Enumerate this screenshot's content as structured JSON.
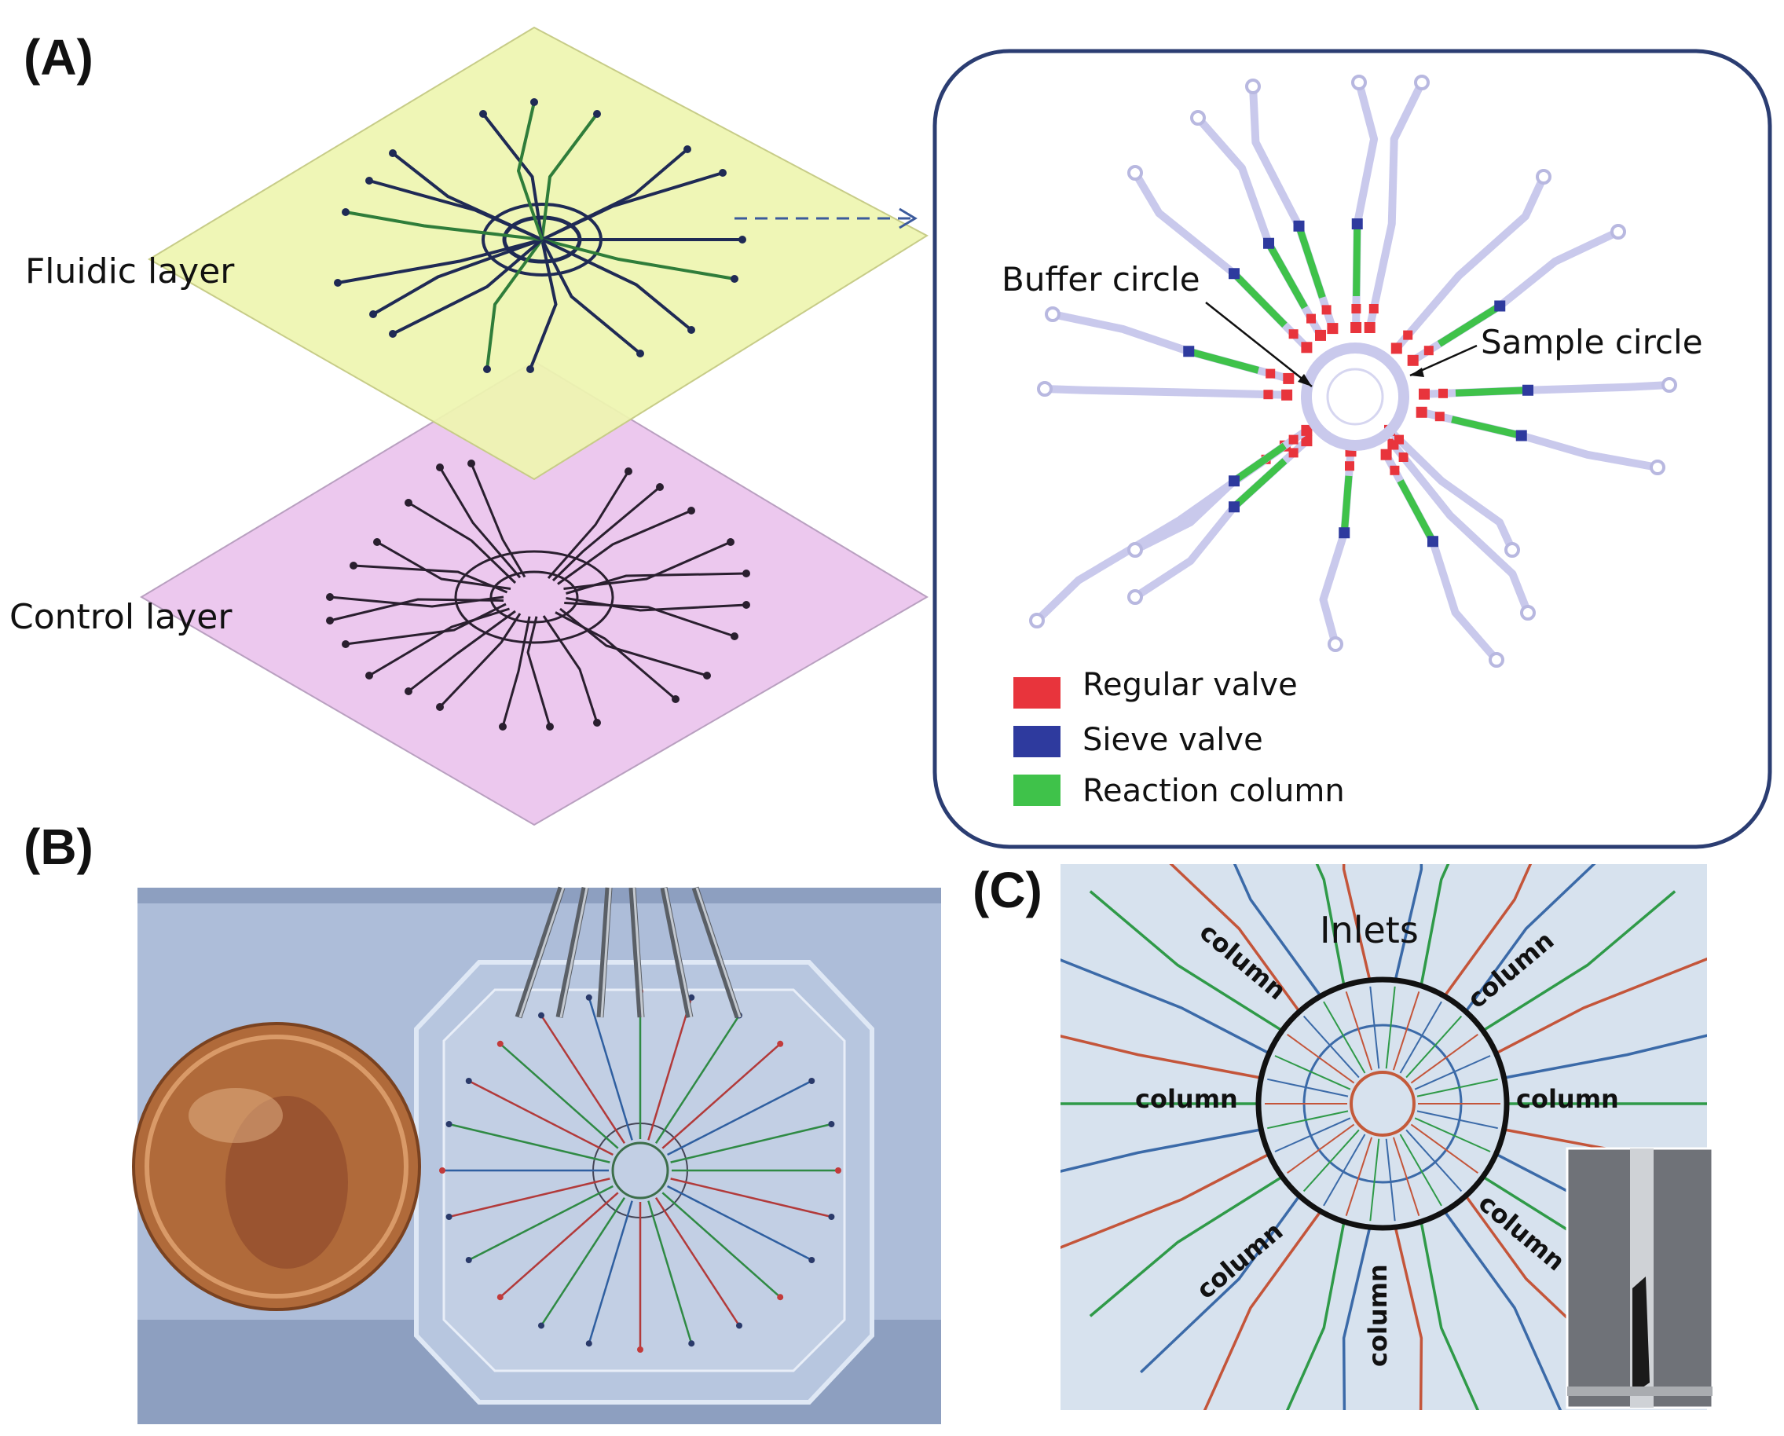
{
  "panels": {
    "a": "(A)",
    "b": "(B)",
    "c": "(C)"
  },
  "layers": {
    "fluidic": "Fluidic layer",
    "control": "Control  layer"
  },
  "schematic": {
    "buffer_circle": "Buffer circle",
    "sample_circle": "Sample circle"
  },
  "legend": [
    {
      "label": "Regular valve",
      "color": "#e8343c"
    },
    {
      "label": "Sieve valve",
      "color": "#2e3a9e"
    },
    {
      "label": "Reaction column",
      "color": "#3fc24a"
    }
  ],
  "photo_c": {
    "inlets": "Inlets",
    "column_label": "column"
  },
  "colors": {
    "fluidic_plane": "#eef5b0",
    "control_plane": "#ecc8ee",
    "frame": "#2b3d72",
    "channel": "#c9c9ec"
  }
}
